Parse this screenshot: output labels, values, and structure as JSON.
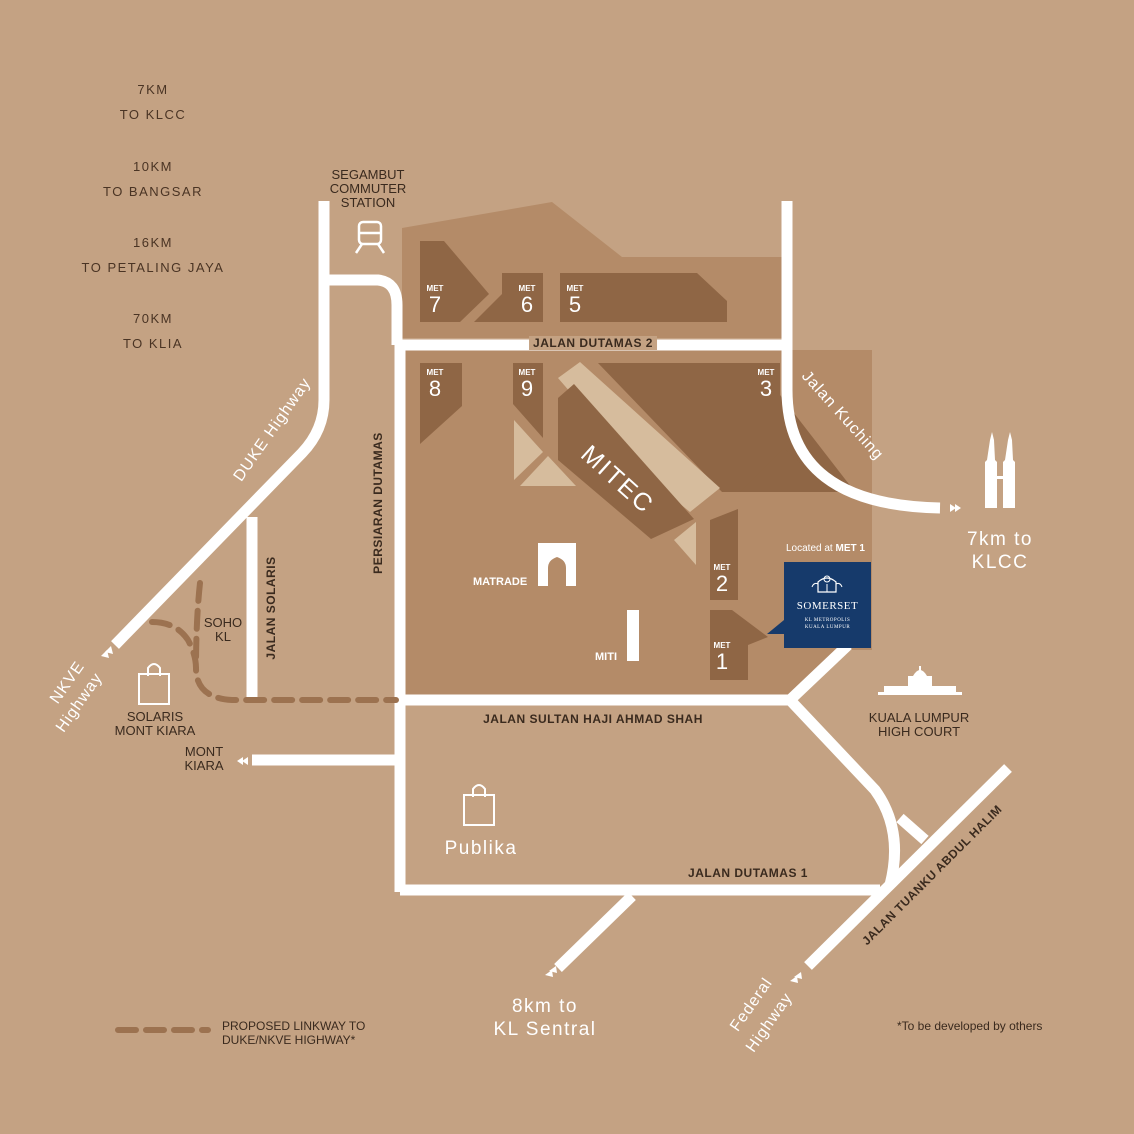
{
  "distances": [
    {
      "km": "7KM",
      "label": "TO KLCC"
    },
    {
      "km": "10KM",
      "label": "TO BANGSAR"
    },
    {
      "km": "16KM",
      "label": "TO PETALING JAYA"
    },
    {
      "km": "70KM",
      "label": "TO KLIA"
    }
  ],
  "landmarks": {
    "segambut": [
      "SEGAMBUT",
      "COMMUTER",
      "STATION"
    ],
    "soho": [
      "SOHO",
      "KL"
    ],
    "solaris": [
      "SOLARIS",
      "MONT KIARA"
    ],
    "mont_kiara": [
      "MONT",
      "KIARA"
    ],
    "matrade": "MATRADE",
    "miti": "MITI",
    "mitec": "MITEC",
    "publika": "Publika",
    "high_court": [
      "KUALA LUMPUR",
      "HIGH COURT"
    ],
    "klcc_dir": [
      "7km to",
      "KLCC"
    ],
    "sentral_dir": [
      "8km to",
      "KL Sentral"
    ]
  },
  "roads": {
    "dutamas2": "JALAN DUTAMAS 2",
    "dutamas1": "JALAN DUTAMAS 1",
    "sultan": "JALAN SULTAN HAJI AHMAD SHAH",
    "persiaran": "PERSIARAN DUTAMAS",
    "solaris": "JALAN SOLARIS",
    "kuching": "Jalan Kuching",
    "duke": "DUKE Highway",
    "nkve": [
      "NKVE",
      "Highway"
    ],
    "federal": [
      "Federal",
      "Highway"
    ],
    "tuanku": "JALAN TUANKU ABDUL HALIM"
  },
  "mets": [
    {
      "label": "MET",
      "num": "7"
    },
    {
      "label": "MET",
      "num": "6"
    },
    {
      "label": "MET",
      "num": "5"
    },
    {
      "label": "MET",
      "num": "8"
    },
    {
      "label": "MET",
      "num": "9"
    },
    {
      "label": "MET",
      "num": "3"
    },
    {
      "label": "MET",
      "num": "2"
    },
    {
      "label": "MET",
      "num": "1"
    }
  ],
  "somerset": {
    "located_prefix": "Located at ",
    "located_bold": "MET 1",
    "brand": "SOMERSET",
    "sub1": "KL METROPOLIS",
    "sub2": "KUALA LUMPUR"
  },
  "legend": {
    "linkway": [
      "PROPOSED LINKWAY TO",
      "DUKE/NKVE HIGHWAY*"
    ],
    "note": "*To be developed by others"
  },
  "colors": {
    "background": "#c4a283",
    "block_light": "#b48b68",
    "block_dark": "#8f6645",
    "mitec_light": "#d6bc9d",
    "road": "#ffffff",
    "somerset": "#163a6b",
    "linkway": "#9c7250"
  }
}
